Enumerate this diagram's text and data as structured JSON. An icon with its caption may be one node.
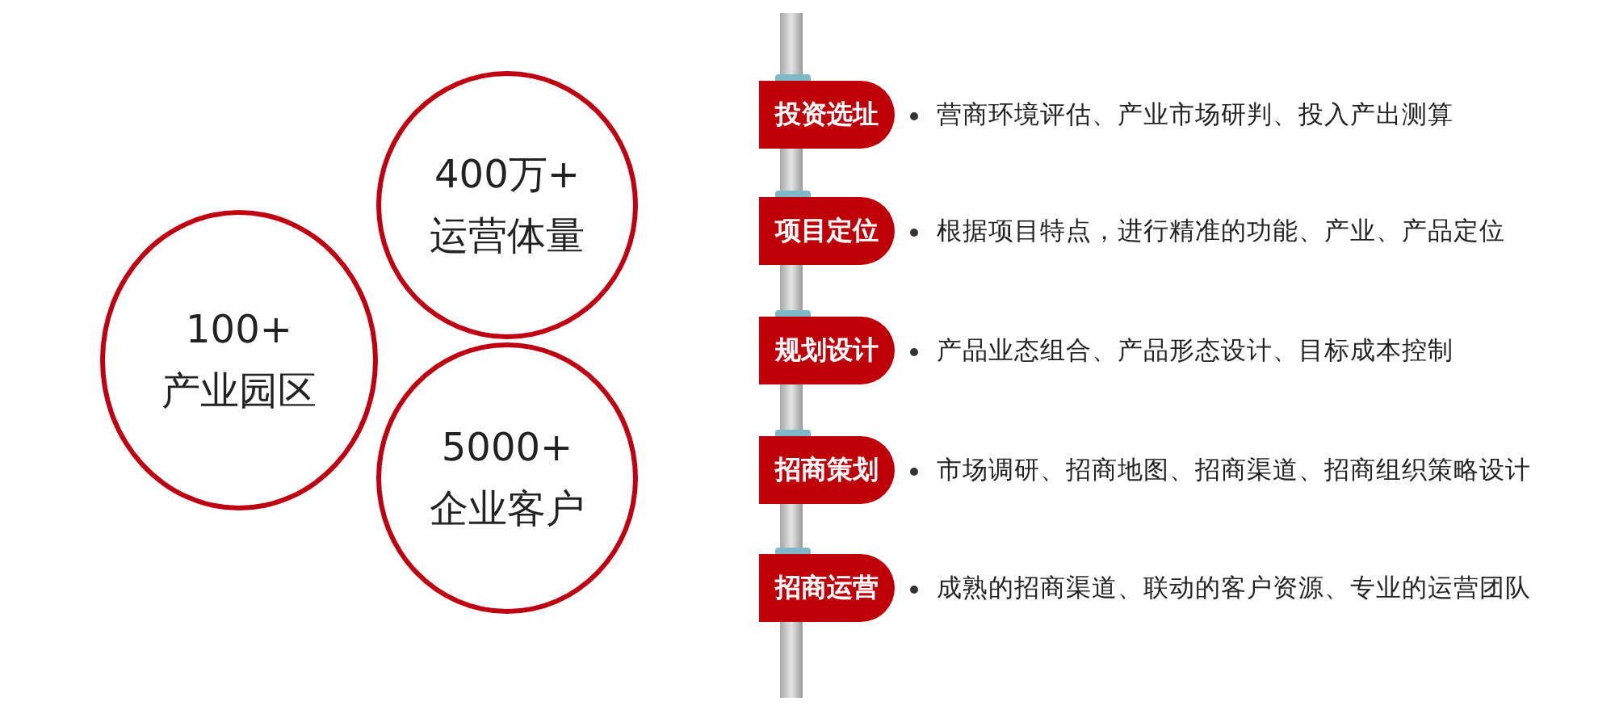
{
  "diagram": {
    "nodes": [
      {
        "text": [
          "100+",
          "产业园区"
        ]
      },
      {
        "text": [
          "400万+",
          "运营体量"
        ]
      },
      {
        "text": [
          "5000+",
          "企业客户"
        ]
      },
      {
        "text": [
          "投资选址"
        ],
        "beside": [
          "营商环境评估、产业市场研判、投入产出测算"
        ]
      },
      {
        "text": [
          "项目定位"
        ],
        "beside": [
          "根据项目特点，进行精准的功能、产业、产品定位"
        ]
      },
      {
        "text": [
          "规划设计"
        ],
        "beside": [
          "产品业态组合、产品形态设计、目标成本控制"
        ]
      },
      {
        "text": [
          "招商策划"
        ],
        "beside": [
          "市场调研、招商地图、招商渠道、招商组织策略设计"
        ]
      },
      {
        "text": [
          "招商运营"
        ],
        "beside": [
          "成熟的招商渠道、联动的客户资源、专业的运营团队"
        ]
      }
    ]
  }
}
